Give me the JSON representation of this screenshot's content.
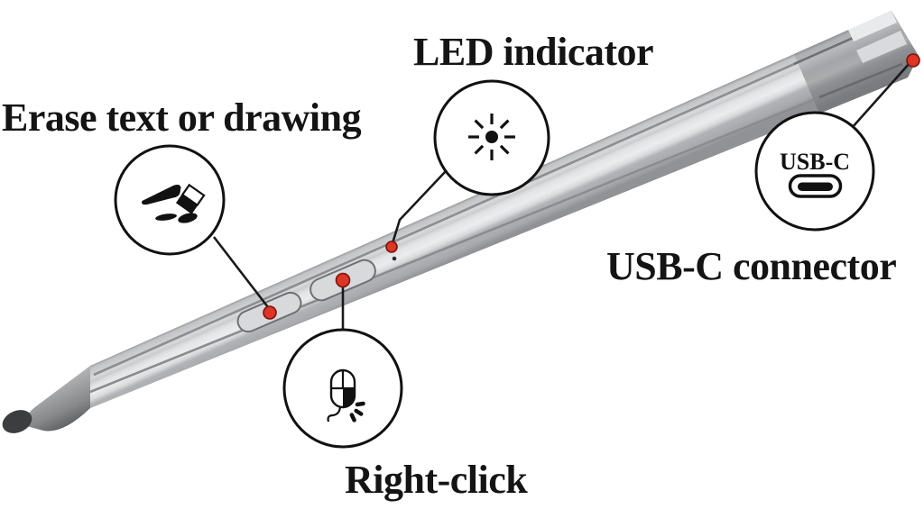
{
  "page": {
    "title": "Stylus pen annotated feature diagram",
    "background": "#ffffff"
  },
  "labels": {
    "erase": "Erase text or drawing",
    "led": "LED indicator",
    "usbc_connector": "USB-C connector",
    "right_click": "Right-click",
    "usbc_port": "USB-C"
  },
  "icons": {
    "eraser": "eraser-tilted-over-strokes",
    "led": "radiating-light-burst",
    "right_click": "mouse-right-button-filled",
    "usbc": "usb-c-port-outline"
  },
  "colors": {
    "text": "#141414",
    "callout_line": "#1a1a1a",
    "circle_stroke": "#111111",
    "red_marker": "#dd3526",
    "red_marker_edge": "#7a140c",
    "pen_body_light": "#ebecee",
    "pen_body_dark": "#a4a5a8",
    "pen_groove": "#8d8e91",
    "pen_cone": "#87888a",
    "pen_nib": "#3c3d3f",
    "button_fill": "#d8d9db",
    "button_border": "#6f7073"
  },
  "markers": {
    "front_button_dot": "red",
    "rear_button_dot": "red",
    "led_dot": "red",
    "usb_end_dot": "red",
    "mic_pinhole_dot": "black"
  }
}
